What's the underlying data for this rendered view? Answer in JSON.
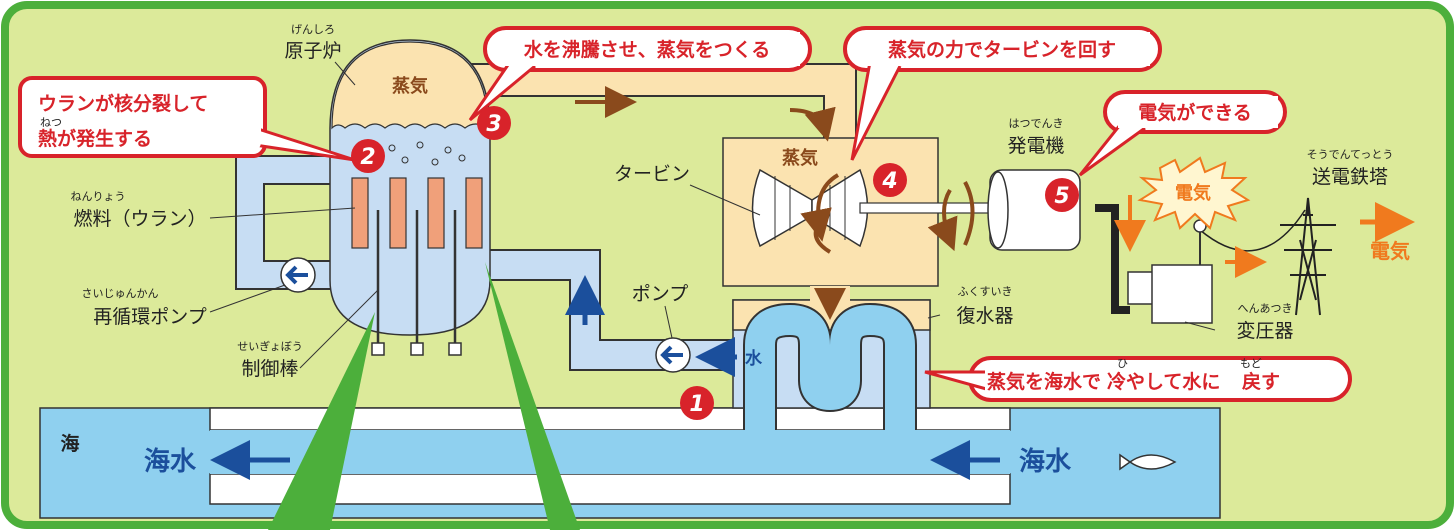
{
  "labels": {
    "reactor": "原子炉",
    "reactor_ruby": "げんしろ",
    "fuel": "燃料（ウラン）",
    "fuel_ruby": "ねんりょう",
    "recirc_pump": "再循環ポンプ",
    "recirc_pump_ruby": "さいじゅんかん",
    "control_rod": "制御棒",
    "control_rod_ruby": "せいぎょぼう",
    "turbine": "タービン",
    "pump": "ポンプ",
    "generator": "発電機",
    "generator_ruby": "はつでんき",
    "condenser": "復水器",
    "condenser_ruby": "ふくすいき",
    "transformer": "変圧器",
    "transformer_ruby": "へんあつき",
    "tower": "送電鉄塔",
    "tower_ruby": "そうでんてっとう",
    "sea": "海"
  },
  "vessel_steam": "蒸気",
  "turbine_steam": "蒸気",
  "water_small": "水",
  "sea_water_left": "海水",
  "sea_water_right": "海水",
  "electricity_burst": "電気",
  "electricity_out": "電気",
  "callouts": {
    "uranium_line1": "ウランが核分裂して",
    "uranium_ruby": "ねつ",
    "uranium_line2": "熱が発生する",
    "boil": "水を沸騰させ、蒸気をつくる",
    "turbine": "蒸気の力でタービンを回す",
    "electricity": "電気ができる",
    "cool_prefix": "蒸気を海水で",
    "cool_ruby_hi": "ひ",
    "cool_middle": "冷やして水に",
    "cool_ruby_modo": "もど",
    "cool_suffix": "戻す"
  },
  "steps": [
    "1",
    "2",
    "3",
    "4",
    "5"
  ],
  "colors": {
    "background": "#dcea9a",
    "border": "#4caf3b",
    "water": "#8fd0ef",
    "vessel": "#c7ddf3",
    "steam_box": "#fbe3b0",
    "callout_red": "#d8232a",
    "arrow_brown": "#8a4a1c",
    "arrow_blue": "#1b4f9c",
    "electric_orange": "#f07a1e"
  }
}
